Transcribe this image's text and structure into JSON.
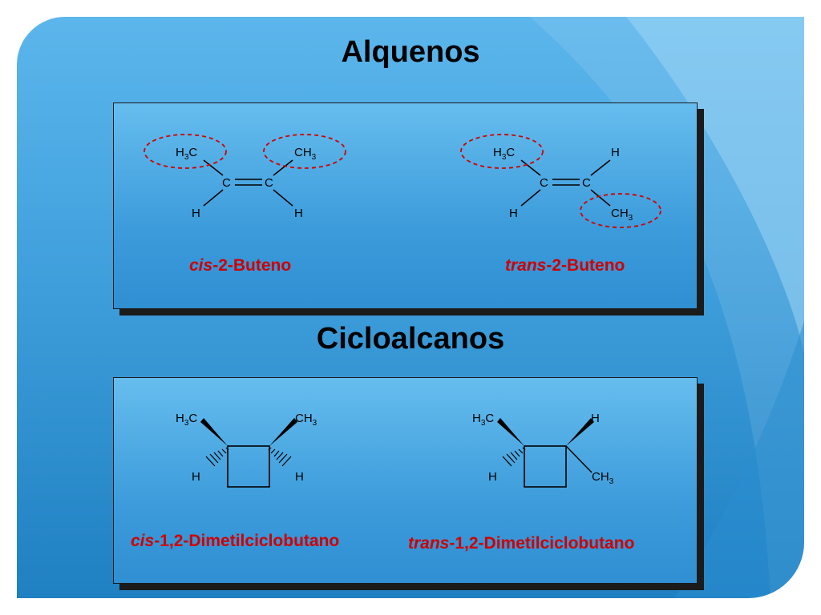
{
  "titles": {
    "alquenos": "Alquenos",
    "cicloalcanos": "Cicloalcanos"
  },
  "alquenos": {
    "cis": {
      "name_prefix": "cis",
      "name_suffix": "-2-Buteno",
      "atoms": {
        "tl": "H3C",
        "tr": "CH3",
        "bl": "H",
        "br": "H",
        "c1": "C",
        "c2": "C"
      }
    },
    "trans": {
      "name_prefix": "trans",
      "name_suffix": "-2-Buteno",
      "atoms": {
        "tl": "H3C",
        "tr": "H",
        "bl": "H",
        "br": "CH3",
        "c1": "C",
        "c2": "C"
      }
    }
  },
  "cicloalcanos": {
    "cis": {
      "name_prefix": "cis",
      "name_suffix": "-1,2-Dimetilciclobutano",
      "atoms": {
        "tl": "H3C",
        "tr": "CH3",
        "bl": "H",
        "br": "H"
      }
    },
    "trans": {
      "name_prefix": "trans",
      "name_suffix": "-1,2-Dimetilciclobutano",
      "atoms": {
        "tl": "H3C",
        "tr": "H",
        "bl": "H",
        "br": "CH3"
      }
    }
  },
  "colors": {
    "highlight": "#d00000",
    "panel": "#3d9cdb",
    "background": "#3f9fdc",
    "text": "#000000"
  }
}
